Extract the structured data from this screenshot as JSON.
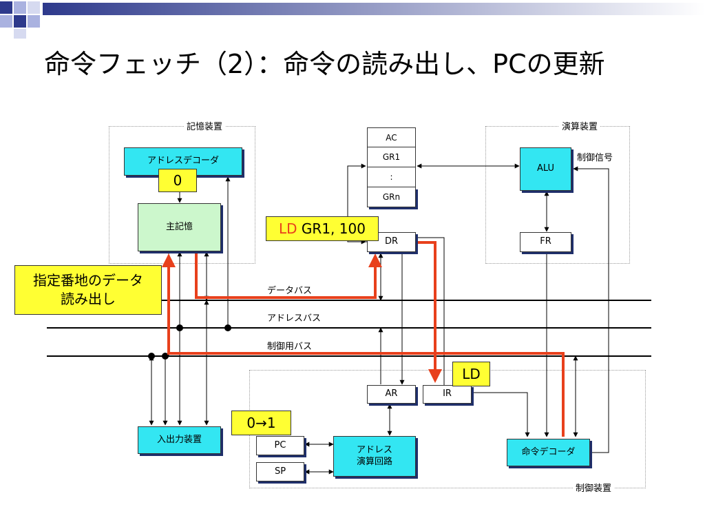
{
  "title": "命令フェッチ（2）：命令の読み出し、PCの更新",
  "regions": {
    "memory_unit": "記憶装置",
    "arith_unit": "演算装置",
    "control_unit": "制御装置"
  },
  "boxes": {
    "address_decoder": "アドレスデコーダ",
    "main_memory": "主記憶",
    "reg_ac": "AC",
    "reg_gr1": "GR1",
    "reg_colon": ":",
    "reg_grn": "GRn",
    "dr": "DR",
    "alu": "ALU",
    "fr": "FR",
    "ar": "AR",
    "ir": "IR",
    "io": "入出力装置",
    "pc": "PC",
    "sp": "SP",
    "addr_calc_line1": "アドレス",
    "addr_calc_line2": "演算回路",
    "instr_decoder": "命令デコーダ"
  },
  "labels": {
    "control_signal": "制御信号",
    "data_bus": "データバス",
    "address_bus": "アドレスバス",
    "control_bus": "制御用バス"
  },
  "callouts": {
    "addr_zero": "0",
    "ld_instr_op": "LD",
    "ld_instr_args": " GR1, 100",
    "read_data_line1": "指定番地のデータ",
    "read_data_line2": "読み出し",
    "ld": "LD",
    "pc_update": "0→1"
  },
  "colors": {
    "box_cyan": "#33e6f2",
    "box_green": "#ccf7cc",
    "callout_yellow": "#ffff33",
    "flow_red": "#e8401c",
    "shadow_navy": "#1f2f6b",
    "deco_navy": "#2e3a8c"
  }
}
